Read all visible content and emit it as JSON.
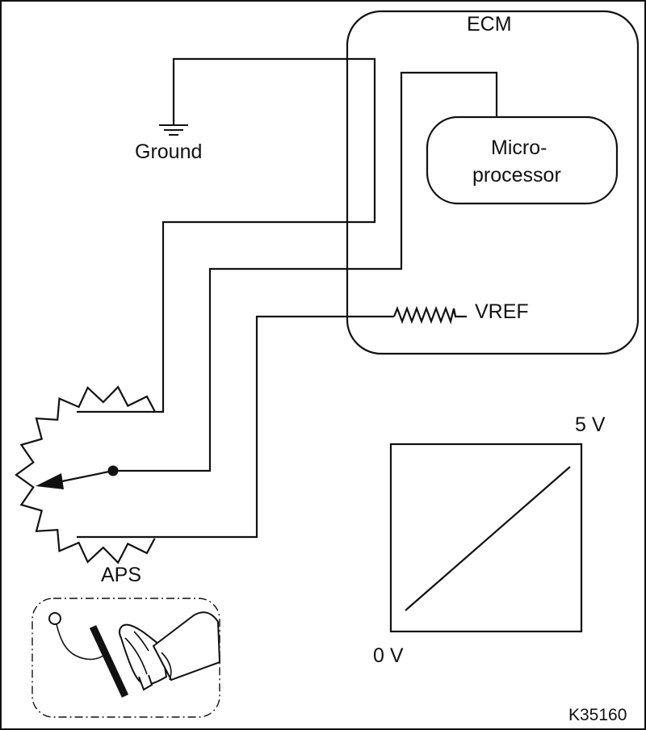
{
  "labels": {
    "ecm": "ECM",
    "ground": "Ground",
    "micro_line1": "Micro-",
    "micro_line2": "processor",
    "vref": "VREF",
    "aps": "APS",
    "v_high": "5 V",
    "v_low": "0 V",
    "figure_id": "K35160"
  },
  "colors": {
    "line": "#111111",
    "background": "#ffffff"
  },
  "icons": {
    "ground": "ground-symbol-icon",
    "resistor": "resistor-icon",
    "potentiometer": "potentiometer-icon",
    "pedal": "accelerator-pedal-icon"
  }
}
